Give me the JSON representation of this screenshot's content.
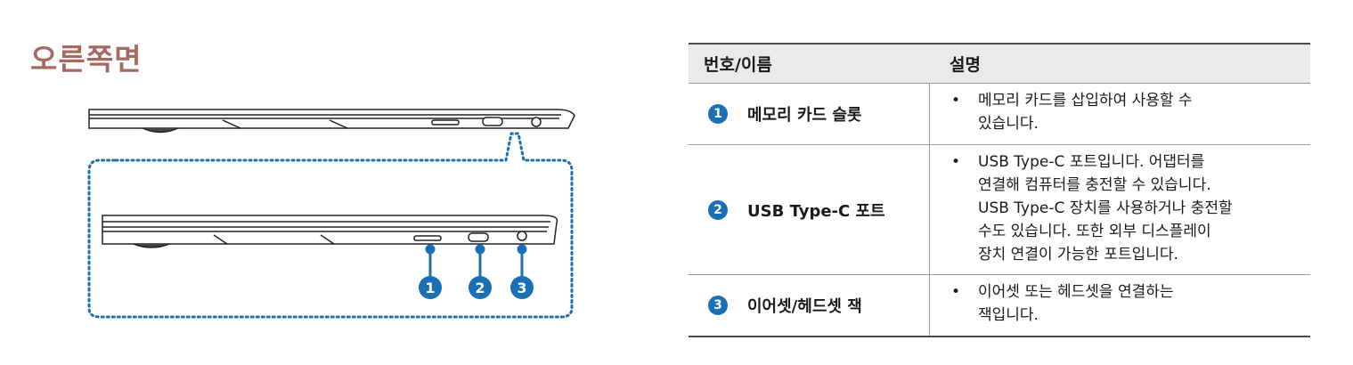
{
  "section_title": "오른쪽면",
  "illustration": {
    "callouts": [
      "1",
      "2",
      "3"
    ]
  },
  "table": {
    "headers": {
      "name": "번호/이름",
      "description": "설명"
    },
    "rows": [
      {
        "number": "1",
        "name": "메모리 카드 슬롯",
        "bullet": "•",
        "description": "메모리 카드를 삽입하여 사용할 수\n있습니다."
      },
      {
        "number": "2",
        "name": "USB Type-C 포트",
        "bullet": "•",
        "description": "USB Type-C 포트입니다. 어댑터를\n연결해 컴퓨터를 충전할 수 있습니다.\nUSB Type-C 장치를 사용하거나 충전할\n수도 있습니다. 또한 외부 디스플레이\n장치 연결이 가능한 포트입니다."
      },
      {
        "number": "3",
        "name": "이어셋/헤드셋 잭",
        "bullet": "•",
        "description": "이어셋 또는 헤드셋을 연결하는\n잭입니다."
      }
    ]
  },
  "colors": {
    "title": "#a8685f",
    "callout": "#1a6fb5",
    "dotted_frame": "#1a6fb5",
    "header_bg": "#eaeaea"
  }
}
